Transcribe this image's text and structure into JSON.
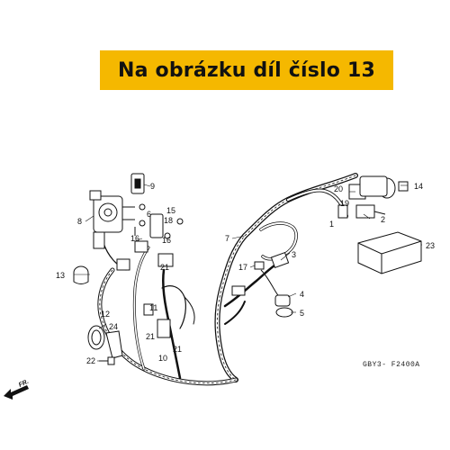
{
  "banner": {
    "text": "Na obrázku díl číslo 13",
    "color": "#f5b800"
  },
  "diagram": {
    "callouts": {
      "c1": "1",
      "c2": "2",
      "c3": "3",
      "c4": "4",
      "c5": "5",
      "c6": "6",
      "c7": "7",
      "c8": "8",
      "c9": "9",
      "c10": "10",
      "c11": "11",
      "c12": "12",
      "c13": "13",
      "c14": "14",
      "c15": "15",
      "c16": "16",
      "c17": "17",
      "c18": "18",
      "c19": "19",
      "c20": "20",
      "c21a": "21",
      "c21b": "21",
      "c21c": "21",
      "c22": "22",
      "c23": "23",
      "c24": "24",
      "c16b": "16"
    },
    "diagram_code": "GBY3- F2400A",
    "direction_label": "FR."
  }
}
